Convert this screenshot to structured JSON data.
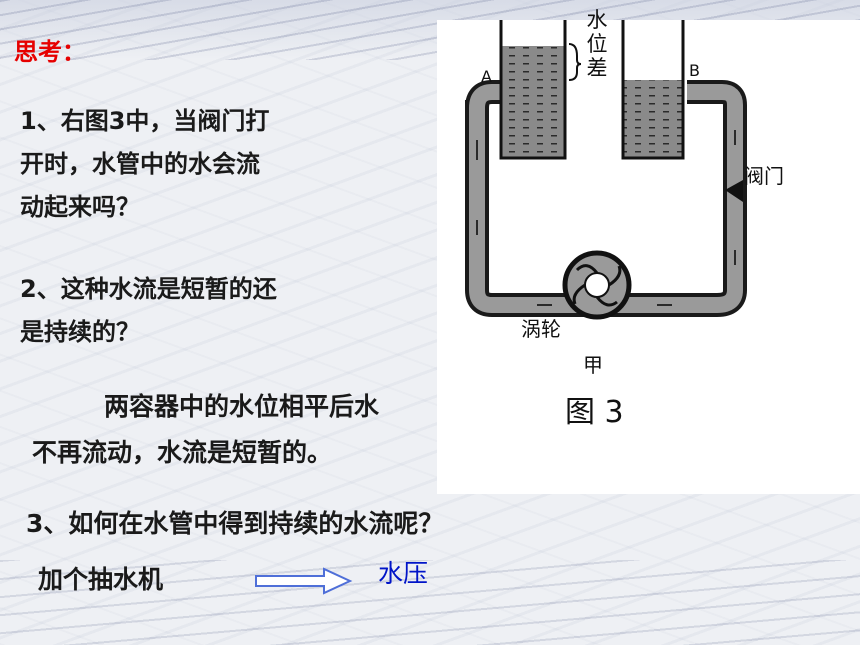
{
  "heading": "思考：",
  "q1": {
    "line1": "1、右图3中，当阀门打",
    "line2": "开时，水管中的水会流",
    "line3": "动起来吗？"
  },
  "q2": {
    "line1": "2、这种水流是短暂的还",
    "line2": "是持续的？"
  },
  "answer": {
    "line1": "两容器中的水位相平后水",
    "line2": "不再流动，水流是短暂的。"
  },
  "q3": "3、如何在水管中得到持续的水流呢？",
  "pump_text": "加个抽水机",
  "pressure_text": "水压",
  "figure": {
    "label_a": "A",
    "label_b": "B",
    "level_difference": "水位差",
    "valve": "阀门",
    "turbine": "涡轮",
    "subcaption": "甲",
    "caption": "图 3"
  },
  "colors": {
    "heading": "#e60000",
    "pressure": "#0014c8",
    "arrow": "#4f6fd8"
  }
}
